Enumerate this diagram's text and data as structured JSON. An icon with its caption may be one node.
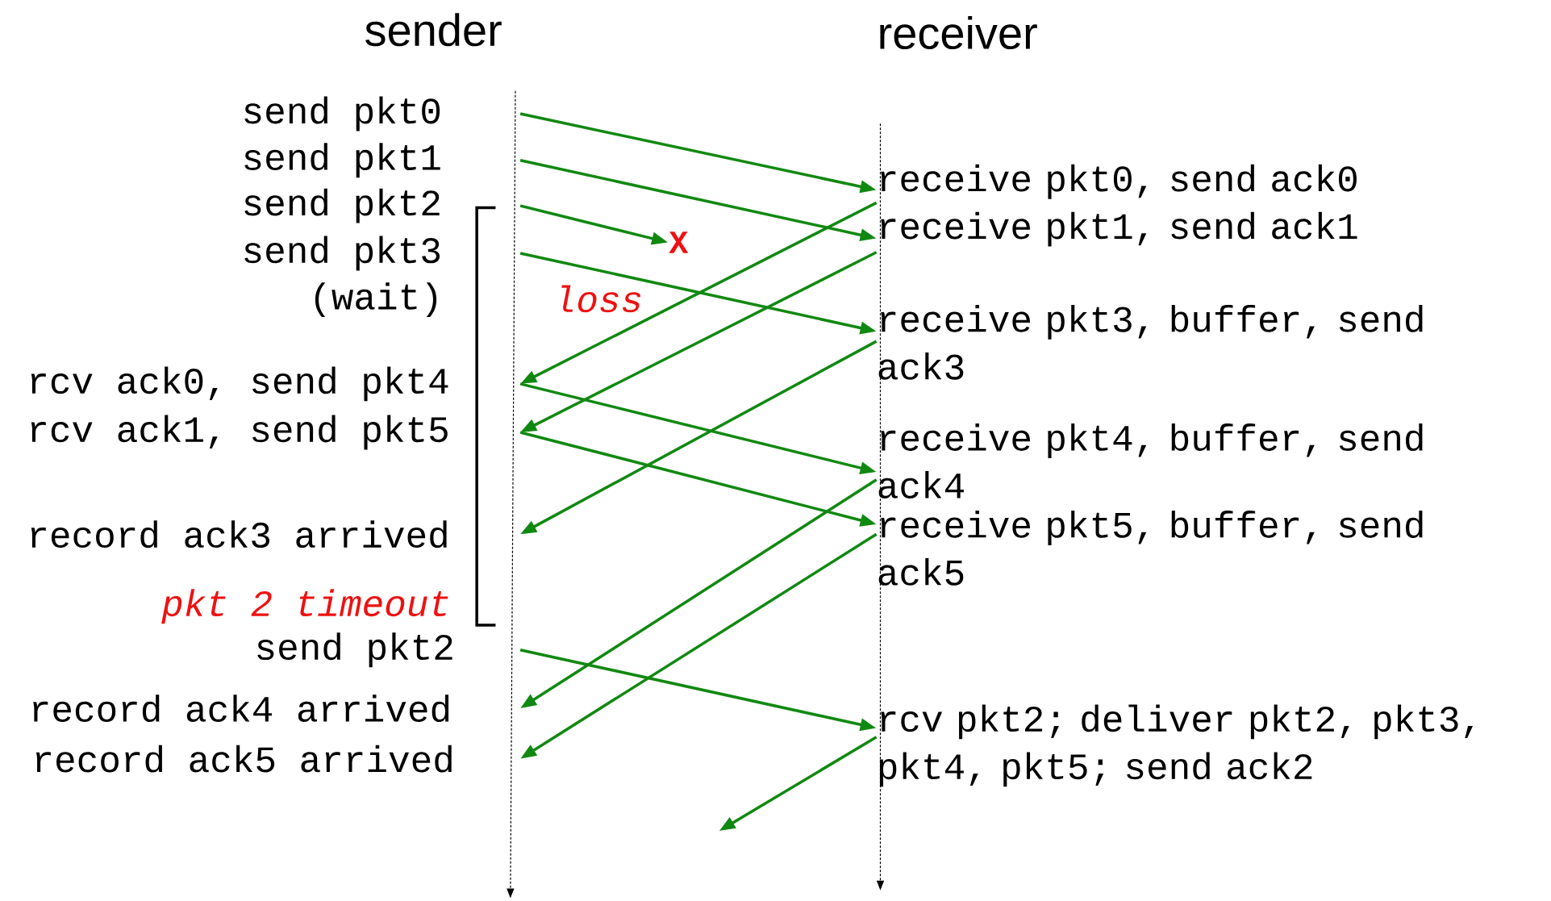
{
  "diagram": {
    "nodes": [
      {
        "text": [
          "send pkt0"
        ]
      },
      {
        "text": [
          "send pkt1"
        ]
      },
      {
        "text": [
          "send pkt2"
        ]
      },
      {
        "text": [
          "send pkt3"
        ]
      },
      {
        "text": [
          "rcv ack0, send pkt4"
        ]
      },
      {
        "text": [
          "rcv ack1, send pkt5"
        ]
      },
      {
        "text": [
          "record ack3 arrived"
        ]
      },
      {
        "text": [
          "send pkt2"
        ]
      },
      {
        "text": [
          "record ack4 arrived"
        ]
      },
      {
        "text": [
          "record ack5 arrived"
        ]
      },
      {
        "text": [
          "receive pkt0, send ack0"
        ]
      },
      {
        "text": [
          "receive pkt1, send ack1"
        ]
      },
      {
        "text": [
          "receive pkt3, buffer, send ack3"
        ]
      },
      {
        "text": [
          "receive pkt4, buffer, send ack4"
        ]
      },
      {
        "text": [
          "receive pkt5, buffer, send ack5"
        ]
      },
      {
        "text": [
          "rcv pkt2; deliver pkt2, pkt3, pkt4, pkt5; send ack2"
        ]
      },
      {
        "text": [
          "X"
        ]
      }
    ],
    "edges": [
      {
        "from": 0,
        "to": 10,
        "arrow": "to"
      },
      {
        "from": 1,
        "to": 11,
        "arrow": "to"
      },
      {
        "from": 2,
        "to": 16,
        "arrow": "to"
      },
      {
        "from": 3,
        "to": 12,
        "arrow": "to"
      },
      {
        "from": 10,
        "to": 4,
        "arrow": "to"
      },
      {
        "from": 11,
        "to": 5,
        "arrow": "to"
      },
      {
        "from": 12,
        "to": 6,
        "arrow": "to"
      },
      {
        "from": 4,
        "to": 13,
        "arrow": "to"
      },
      {
        "from": 5,
        "to": 14,
        "arrow": "to"
      },
      {
        "from": 13,
        "to": 8,
        "arrow": "to"
      },
      {
        "from": 14,
        "to": 9,
        "arrow": "to"
      },
      {
        "from": 7,
        "to": 15,
        "arrow": "to"
      },
      {
        "from": 15,
        "to": null,
        "arrow": "to"
      }
    ],
    "labels": [
      "sender",
      "receiver",
      "(wait)",
      "loss",
      "pkt 2 timeout"
    ]
  }
}
